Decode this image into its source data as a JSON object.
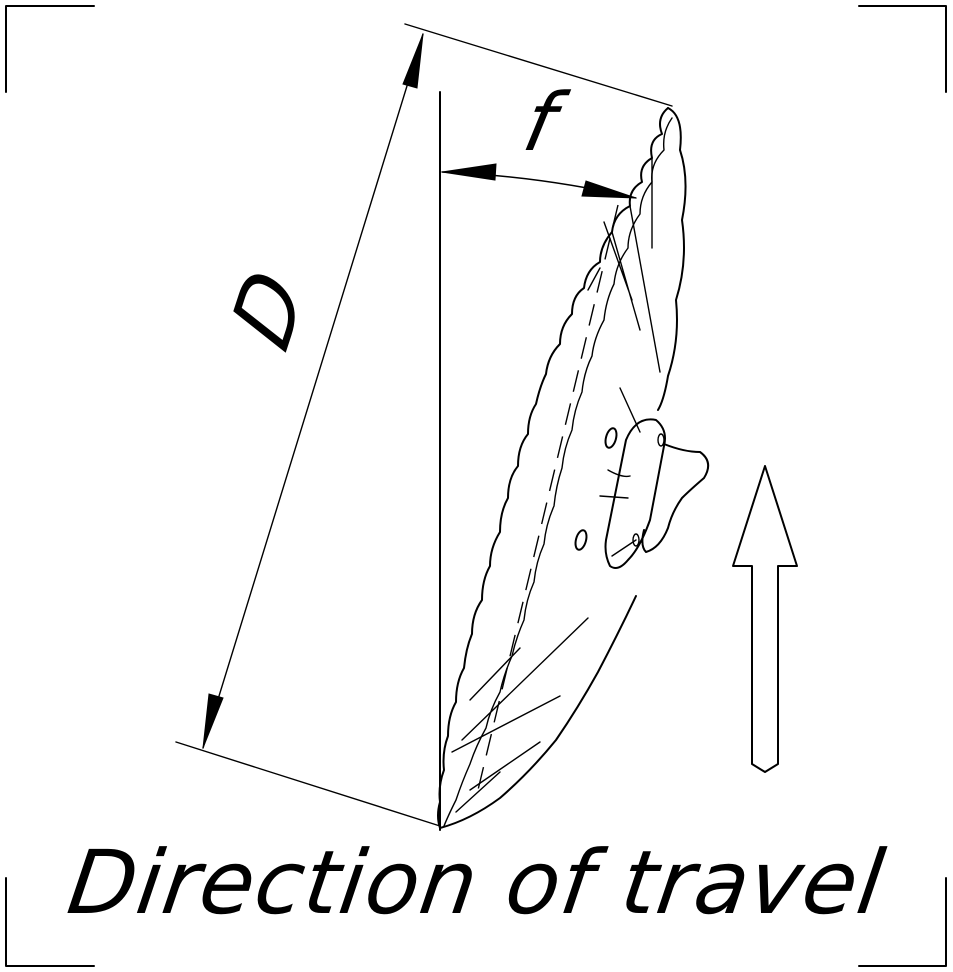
{
  "labels": {
    "diameter": "D",
    "deflection": "f",
    "caption": "Direction of travel"
  },
  "style": {
    "line_color": "#000000",
    "background": "#ffffff"
  }
}
